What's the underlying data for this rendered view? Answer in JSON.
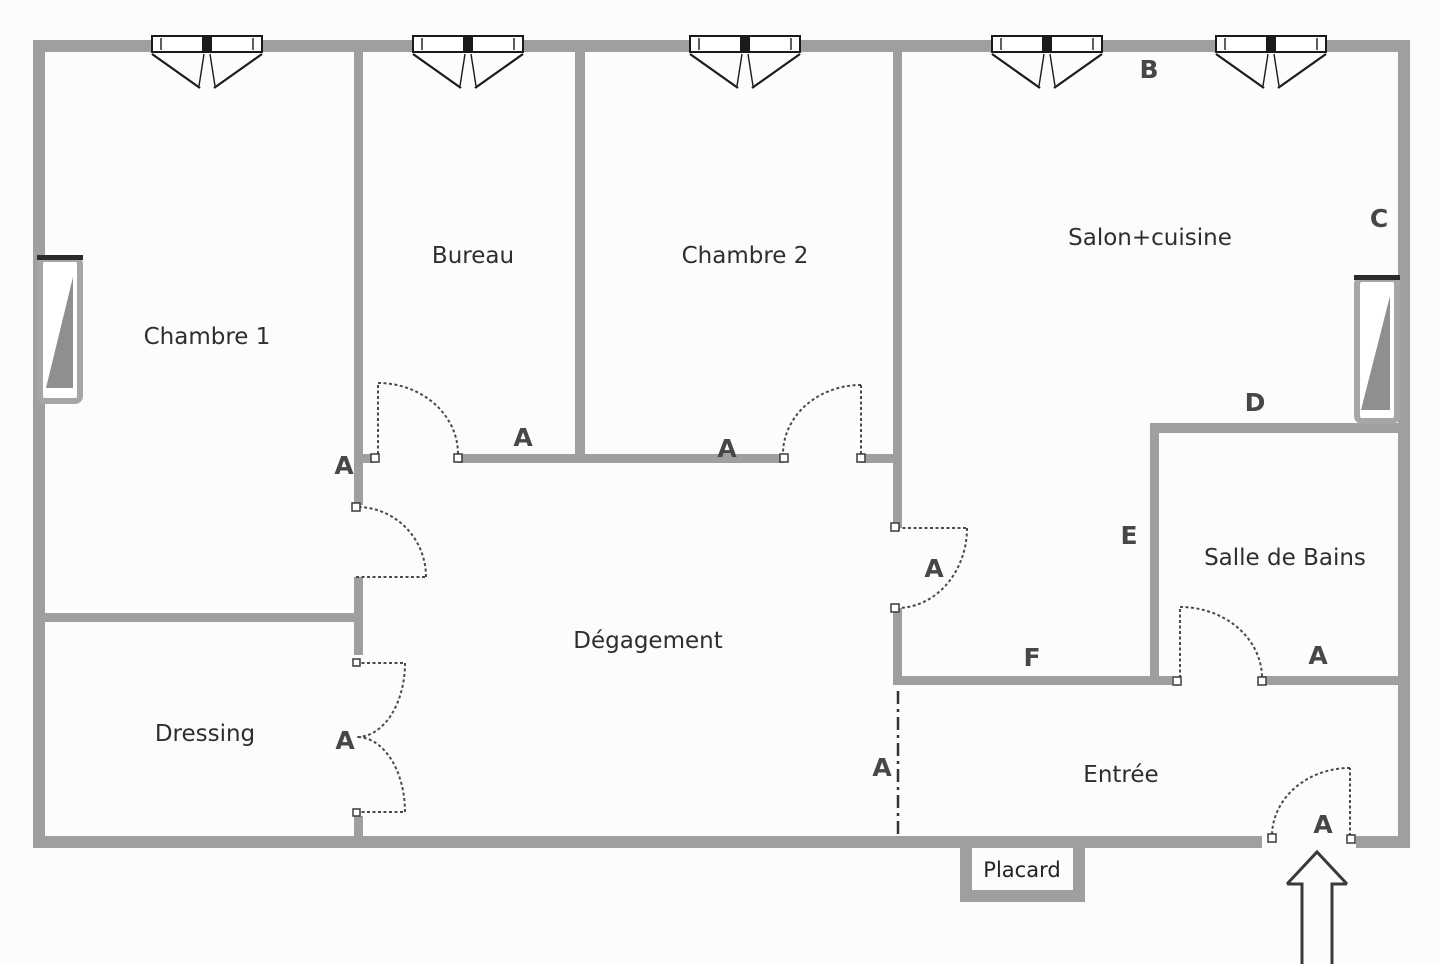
{
  "floorplan": {
    "wall_color": "#9f9f9f",
    "line_color": "#4a4a4a",
    "text_color": "#2e2e2e",
    "rooms": {
      "chambre1": "Chambre 1",
      "bureau": "Bureau",
      "chambre2": "Chambre 2",
      "salon_cuisine": "Salon+cuisine",
      "degagement": "Dégagement",
      "dressing": "Dressing",
      "salle_de_bains": "Salle de Bains",
      "entree": "Entrée",
      "placard": "Placard"
    },
    "markers": {
      "a": "A",
      "b": "B",
      "c": "C",
      "d": "D",
      "e": "E",
      "f": "F"
    }
  }
}
